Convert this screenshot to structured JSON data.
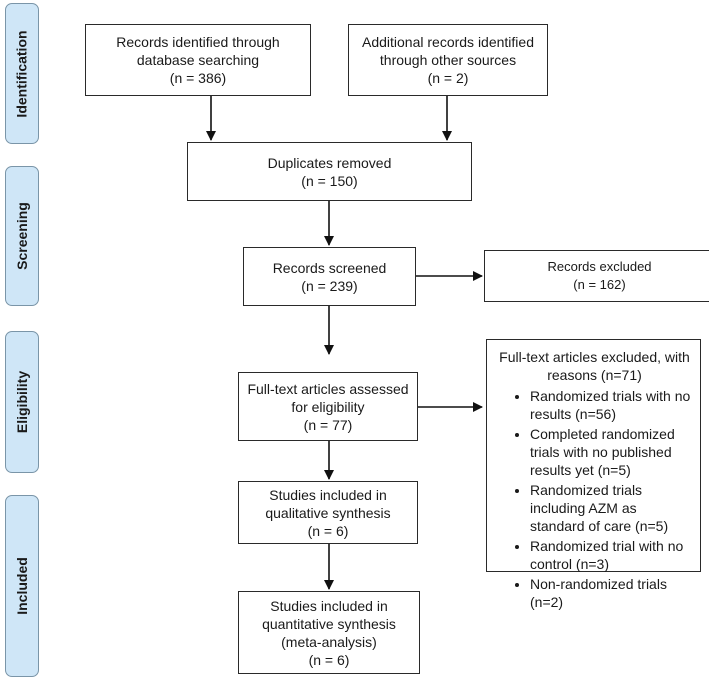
{
  "phases": [
    "Identification",
    "Screening",
    "Eligibility",
    "Included"
  ],
  "boxes": {
    "database": [
      "Records identified through",
      "database searching",
      "(n = 386)"
    ],
    "other": [
      "Additional records identified",
      "through other sources",
      "(n = 2)"
    ],
    "duplicates": [
      "Duplicates removed",
      "(n = 150)"
    ],
    "screened": [
      "Records screened",
      "(n = 239)"
    ],
    "excluded": [
      "Records excluded",
      "(n = 162)"
    ],
    "assessed": [
      "Full-text articles assessed",
      "for eligibility",
      "(n = 77)"
    ],
    "qualitative": [
      "Studies included in",
      "qualitative synthesis",
      "(n = 6)"
    ],
    "quantitative": [
      "Studies included in",
      "quantitative synthesis",
      "(meta-analysis)",
      "(n = 6)"
    ]
  },
  "fulltext_excluded": {
    "heading": [
      "Full-text articles excluded, with",
      "reasons (n=71)"
    ],
    "reasons": [
      "Randomized trials with no results (n=56)",
      "Completed randomized trials with no published results yet (n=5)",
      "Randomized trials including AZM as standard of care (n=5)",
      "Randomized trial with no control (n=3)",
      "Non-randomized trials (n=2)"
    ]
  }
}
